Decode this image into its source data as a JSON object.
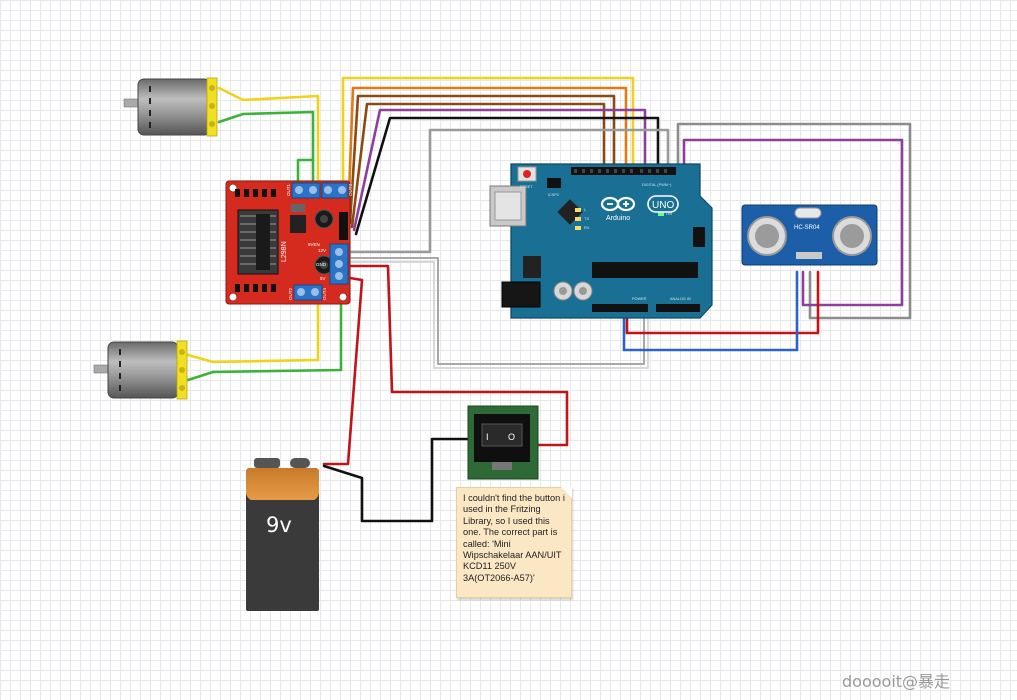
{
  "battery": {
    "label": "9v"
  },
  "motor_driver": {
    "chip_label": "L298N",
    "out_labels": [
      "OUT1",
      "OUT2",
      "OUT3",
      "OUT4"
    ],
    "power_labels": [
      "12V",
      "GND",
      "5V"
    ],
    "en_label": "5VEN"
  },
  "arduino": {
    "brand": "Arduino",
    "model": "UNO",
    "header_labels": {
      "digital": "DIGITAL (PWM~)",
      "power": "POWER",
      "analog": "ANALOG IN",
      "reset": "RESET",
      "icsp": "ICSP2",
      "tx": "TX",
      "rx": "RX",
      "l": "L",
      "on": "ON"
    }
  },
  "sensor": {
    "label": "HC-SR04"
  },
  "switch": {
    "symbol_on": "I",
    "symbol_off": "O"
  },
  "note": {
    "text": "I couldn't find the button i used in the Fritzing Library, so I used this one. The correct part is called: 'Mini Wipschakelaar AAN/UIT KCD11 250V 3A(OT2066-A57)'"
  },
  "watermark": {
    "text": "dooooit@暴走"
  },
  "colors": {
    "board_red": "#d42b1e",
    "arduino_teal": "#1a6f94",
    "sensor_blue": "#1d5ea8",
    "wire_red": "#c0141a",
    "wire_yellow": "#f0d21a",
    "wire_green": "#3bb33b",
    "wire_brown": "#8b4a12",
    "wire_orange": "#e17a12",
    "wire_purple": "#8d3f9c",
    "wire_blue": "#2a63c9",
    "wire_gray": "#8c8c8c",
    "wire_black": "#111111",
    "switch_green": "#2e6a36"
  }
}
